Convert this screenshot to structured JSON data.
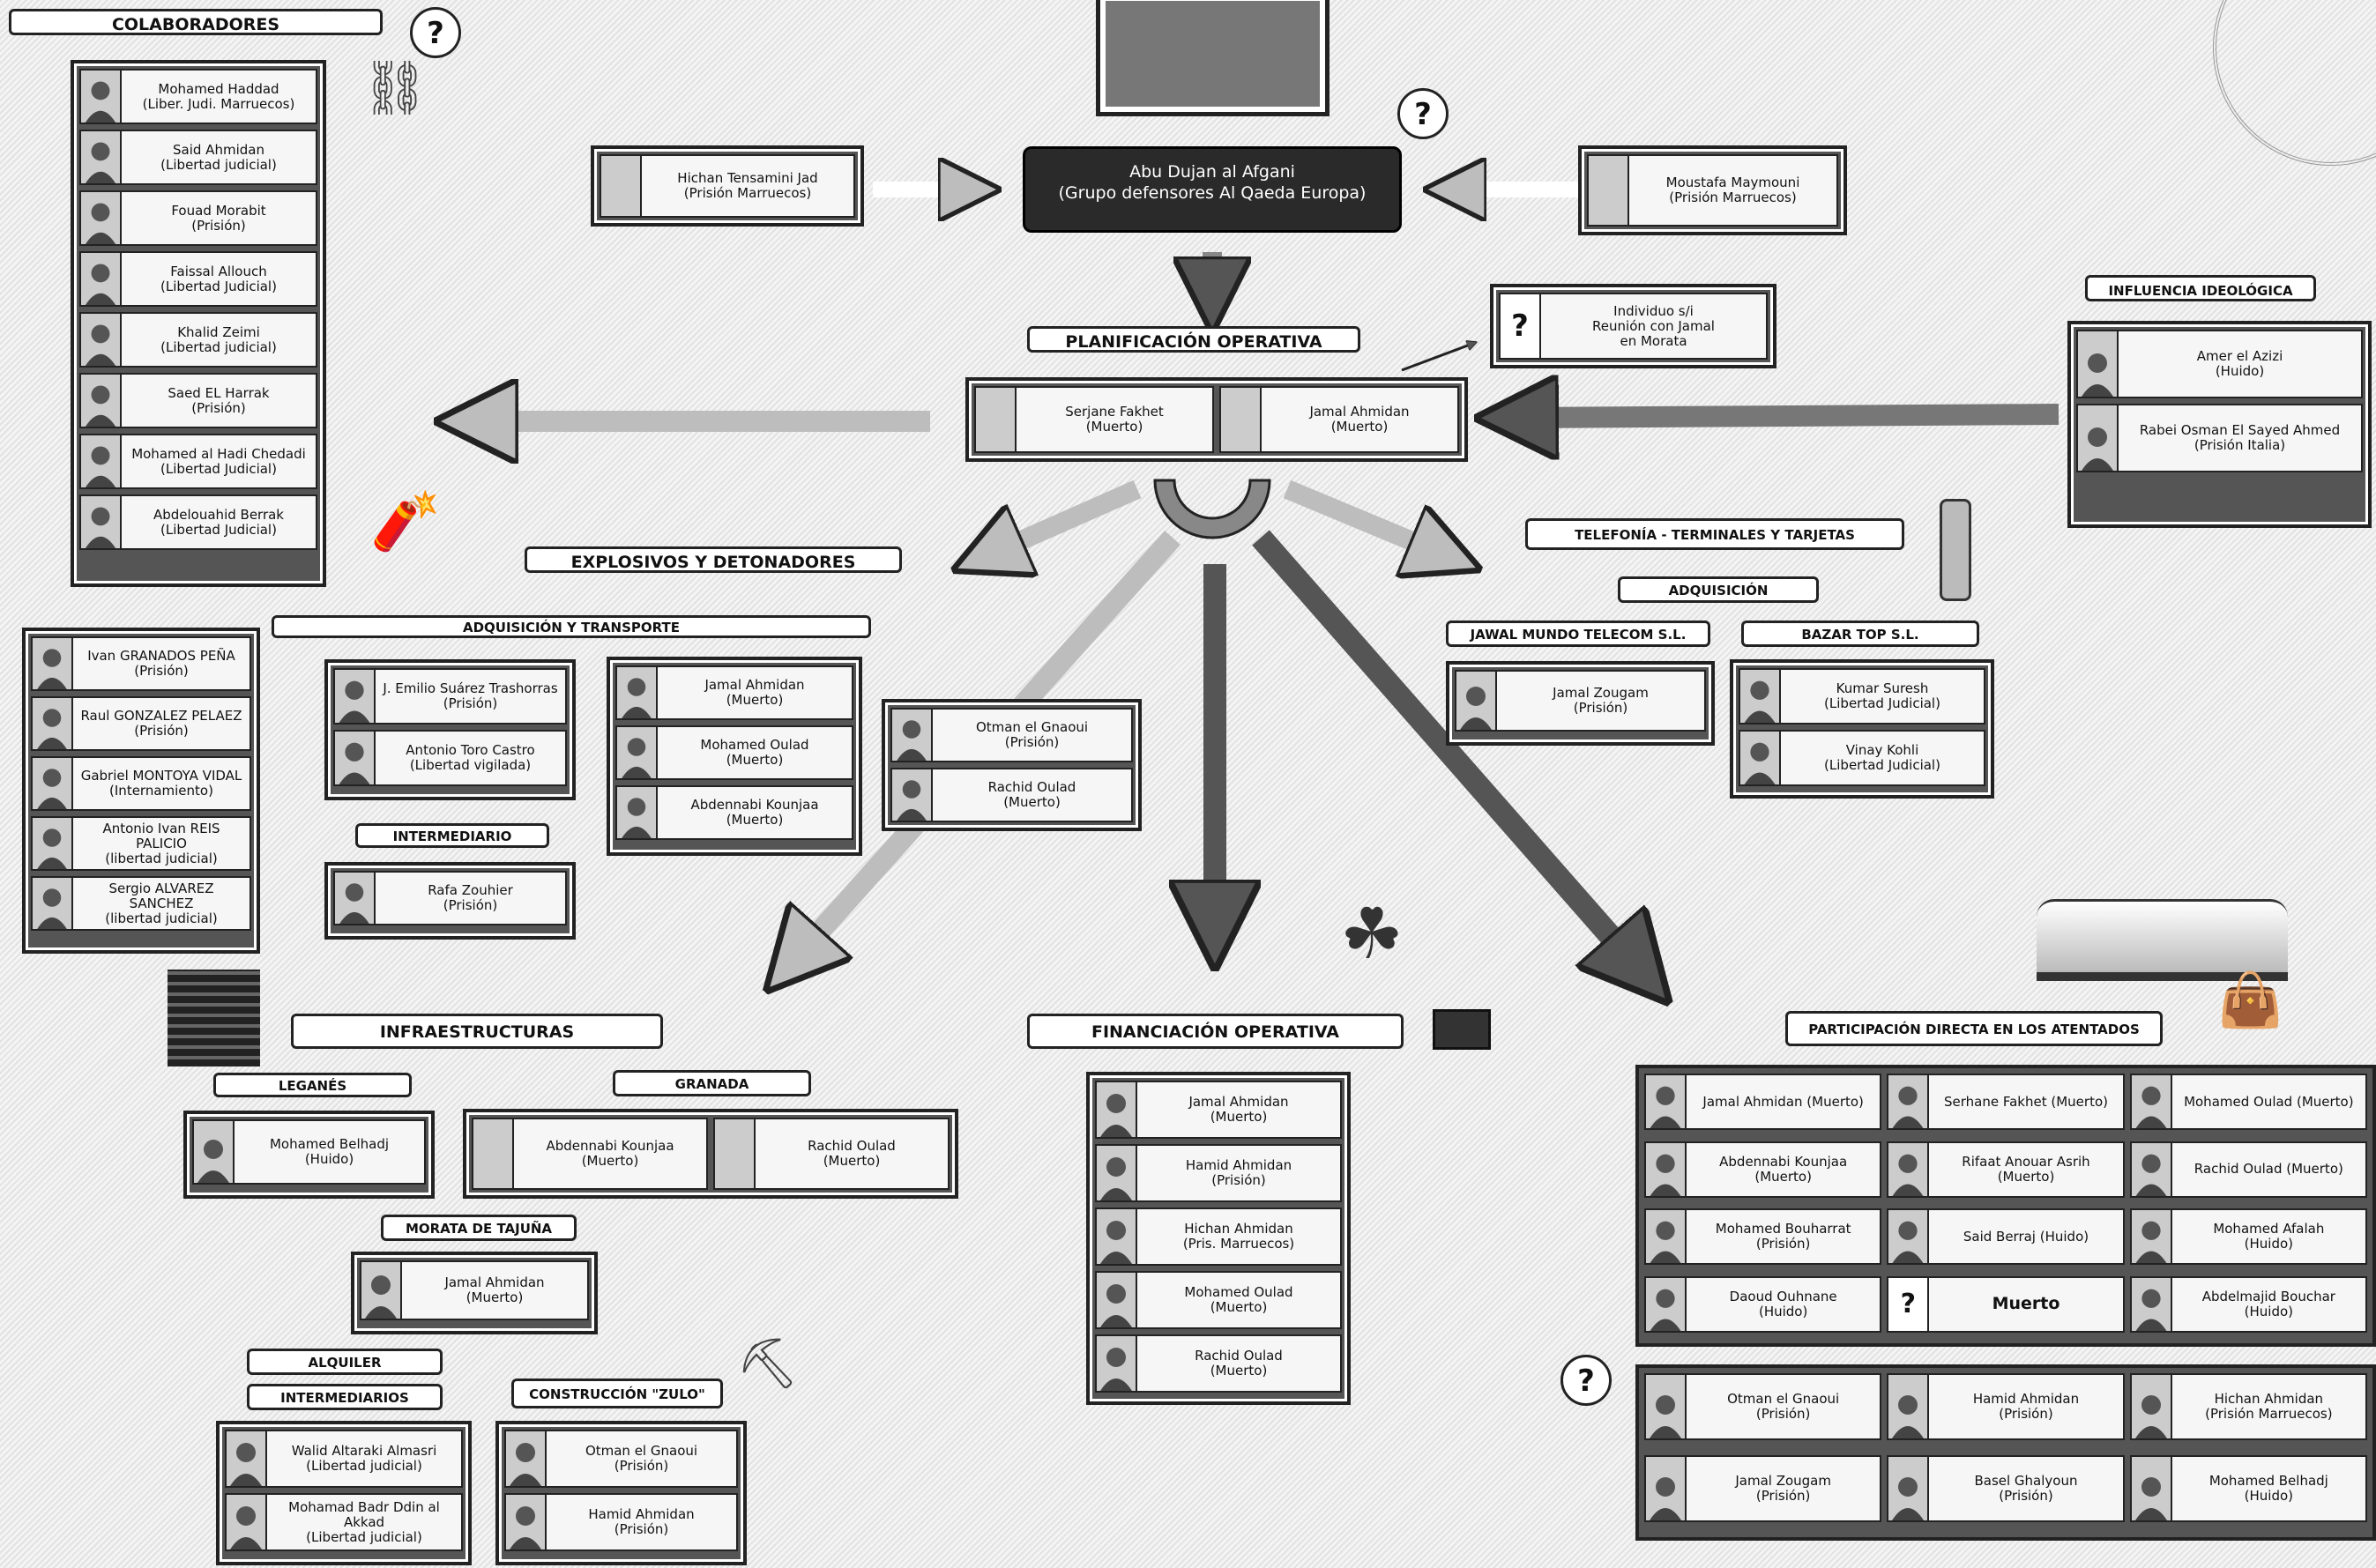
{
  "top": {
    "boss_name": "Abu Dujan al Afgani",
    "boss_group": "(Grupo defensores Al Qaeda Europa)",
    "left_link": {
      "name": "Hichan Tensamini Jad",
      "status": "(Prisión Marruecos)"
    },
    "right_link": {
      "name": "Moustafa Maymouni",
      "status": "(Prisión Marruecos)"
    }
  },
  "colaboradores": {
    "title": "COLABORADORES",
    "members": [
      {
        "name": "Mohamed Haddad",
        "status": "(Liber. Judi. Marruecos)"
      },
      {
        "name": "Said Ahmidan",
        "status": "(Libertad judicial)"
      },
      {
        "name": "Fouad Morabit",
        "status": "(Prisión)"
      },
      {
        "name": "Faissal Allouch",
        "status": "(Libertad Judicial)"
      },
      {
        "name": "Khalid Zeimi",
        "status": "(Libertad judicial)"
      },
      {
        "name": "Saed EL Harrak",
        "status": "(Prisión)"
      },
      {
        "name": "Mohamed al Hadi Chedadi",
        "status": "(Libertad Judicial)"
      },
      {
        "name": "Abdelouahid Berrak",
        "status": "(Libertad Judicial)"
      }
    ]
  },
  "planificacion": {
    "title": "PLANIFICACIÓN OPERATIVA",
    "members": [
      {
        "name": "Serjane Fakhet",
        "status": "(Muerto)"
      },
      {
        "name": "Jamal Ahmidan",
        "status": "(Muerto)"
      }
    ],
    "unknown": {
      "mark": "?",
      "lines": [
        "Individuo s/i",
        "Reunión con Jamal",
        "en Morata"
      ]
    }
  },
  "influencia": {
    "title": "INFLUENCIA IDEOLÓGICA",
    "members": [
      {
        "name": "Amer el Azizi",
        "status": "(Huido)"
      },
      {
        "name": "Rabei Osman El Sayed Ahmed",
        "status": "(Prisión Italia)"
      }
    ]
  },
  "explosivos": {
    "title": "EXPLOSIVOS Y DETONADORES",
    "subtitle": "ADQUISICIÓN Y TRANSPORTE",
    "asturias": [
      {
        "name": "Ivan GRANADOS PEÑA",
        "status": "(Prisión)"
      },
      {
        "name": "Raul GONZALEZ PELAEZ",
        "status": "(Prisión)"
      },
      {
        "name": "Gabriel MONTOYA VIDAL",
        "status": "(Internamiento)"
      },
      {
        "name": "Antonio Ivan REIS PALICIO",
        "status": "(libertad judicial)"
      },
      {
        "name": "Sergio ALVAREZ SANCHEZ",
        "status": "(libertad judicial)"
      }
    ],
    "suppliers": [
      {
        "name": "J. Emilio Suárez Trashorras",
        "status": "(Prisión)"
      },
      {
        "name": "Antonio Toro Castro",
        "status": "(Libertad vigilada)"
      }
    ],
    "intermediario_title": "INTERMEDIARIO",
    "intermediario": [
      {
        "name": "Rafa Zouhier",
        "status": "(Prisión)"
      }
    ],
    "transport": [
      {
        "name": "Jamal Ahmidan",
        "status": "(Muerto)"
      },
      {
        "name": "Mohamed Oulad",
        "status": "(Muerto)"
      },
      {
        "name": "Abdennabi Kounjaa",
        "status": "(Muerto)"
      }
    ],
    "others": [
      {
        "name": "Otman el Gnaoui",
        "status": "(Prisión)"
      },
      {
        "name": "Rachid Oulad",
        "status": "(Muerto)"
      }
    ]
  },
  "telefonia": {
    "title": "TELEFONÍA - TERMINALES Y TARJETAS",
    "subtitle": "ADQUISICIÓN",
    "jawal_title": "JAWAL MUNDO TELECOM S.L.",
    "jawal": [
      {
        "name": "Jamal Zougam",
        "status": "(Prisión)"
      }
    ],
    "bazar_title": "BAZAR TOP S.L.",
    "bazar": [
      {
        "name": "Kumar Suresh",
        "status": "(Libertad Judicial)"
      },
      {
        "name": "Vinay Kohli",
        "status": "(Libertad Judicial)"
      }
    ]
  },
  "infraestructuras": {
    "title": "INFRAESTRUCTURAS",
    "leganes_title": "LEGANÉS",
    "leganes": [
      {
        "name": "Mohamed Belhadj",
        "status": "(Huido)"
      }
    ],
    "granada_title": "GRANADA",
    "granada": [
      {
        "name": "Abdennabi Kounjaa",
        "status": "(Muerto)"
      },
      {
        "name": "Rachid Oulad",
        "status": "(Muerto)"
      }
    ],
    "morata_title": "MORATA DE TAJUÑA",
    "morata": [
      {
        "name": "Jamal Ahmidan",
        "status": "(Muerto)"
      }
    ],
    "alquiler_title": "ALQUILER",
    "intermediarios_title": "INTERMEDIARIOS",
    "intermediarios": [
      {
        "name": "Walid Altaraki Almasri",
        "status": "(Libertad judicial)"
      },
      {
        "name": "Mohamad Badr Ddin al Akkad",
        "status": "(Libertad judicial)"
      }
    ],
    "construccion_title": "CONSTRUCCIÓN \"ZULO\"",
    "construccion": [
      {
        "name": "Otman el Gnaoui",
        "status": "(Prisión)"
      },
      {
        "name": "Hamid Ahmidan",
        "status": "(Prisión)"
      }
    ]
  },
  "financiacion": {
    "title": "FINANCIACIÓN OPERATIVA",
    "members": [
      {
        "name": "Jamal Ahmidan",
        "status": "(Muerto)"
      },
      {
        "name": "Hamid Ahmidan",
        "status": "(Prisión)"
      },
      {
        "name": "Hichan Ahmidan",
        "status": "(Pris. Marruecos)"
      },
      {
        "name": "Mohamed Oulad",
        "status": "(Muerto)"
      },
      {
        "name": "Rachid Oulad",
        "status": "(Muerto)"
      }
    ]
  },
  "atentados": {
    "title": "PARTICIPACIÓN DIRECTA EN LOS ATENTADOS",
    "main": [
      {
        "name": "Jamal Ahmidan (Muerto)",
        "status": ""
      },
      {
        "name": "Serhane Fakhet (Muerto)",
        "status": ""
      },
      {
        "name": "Mohamed Oulad (Muerto)",
        "status": ""
      },
      {
        "name": "Abdennabi Kounjaa",
        "status": "(Muerto)"
      },
      {
        "name": "Rifaat Anouar Asrih",
        "status": "(Muerto)"
      },
      {
        "name": "Rachid Oulad (Muerto)",
        "status": ""
      },
      {
        "name": "Mohamed Bouharrat",
        "status": "(Prisión)"
      },
      {
        "name": "Said Berraj (Huido)",
        "status": ""
      },
      {
        "name": "Mohamed Afalah",
        "status": "(Huido)"
      },
      {
        "name": "Daoud Ouhnane",
        "status": "(Huido)"
      },
      {
        "name": "Muerto",
        "status": "",
        "unknown": true
      },
      {
        "name": "Abdelmajid Bouchar",
        "status": "(Huido)"
      }
    ],
    "secondary": [
      {
        "name": "Otman el Gnaoui",
        "status": "(Prisión)"
      },
      {
        "name": "Hamid Ahmidan",
        "status": "(Prisión)"
      },
      {
        "name": "Hichan Ahmidan",
        "status": "(Prisión Marruecos)"
      },
      {
        "name": "Jamal Zougam",
        "status": "(Prisión)"
      },
      {
        "name": "Basel Ghalyoun",
        "status": "(Prisión)"
      },
      {
        "name": "Mohamed Belhadj",
        "status": "(Huido)"
      }
    ]
  },
  "question_mark": "?",
  "colors": {
    "background": "#ececec",
    "dark": "#222222",
    "arrow_light": "#bcbcbc",
    "arrow_dark": "#555555"
  }
}
